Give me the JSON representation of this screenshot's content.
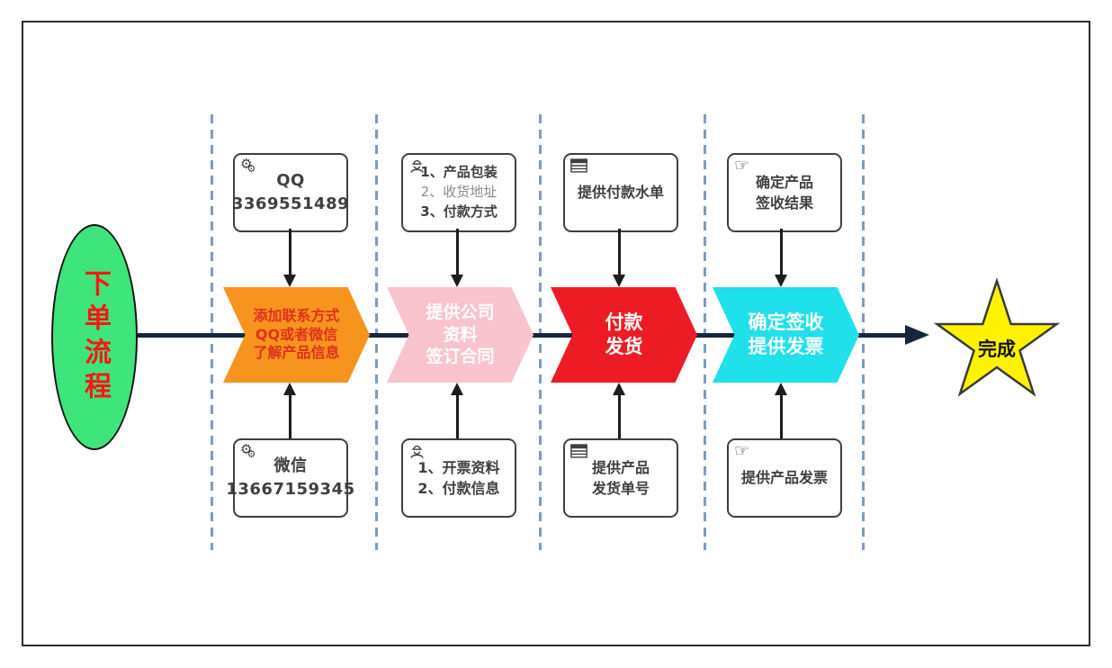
{
  "colors": {
    "oval_fill": "#3EE57A",
    "oval_text": "#FF1414",
    "main_line": "#16273D",
    "divider_dash": "#7C9CBF",
    "box_border": "#3F3F3F",
    "chevron1_fill": "#F7941E",
    "chevron1_text": "#E0301E",
    "chevron2_fill": "#F9C4CD",
    "chevron3_fill": "#ED1C24",
    "chevron4_fill": "#1FE0EB",
    "chevron_text": "#FFFFFF",
    "star_fill": "#FFF200",
    "star_border": "#3A3A3A",
    "star_text": "#111111"
  },
  "oval": {
    "label": "下单流程"
  },
  "star": {
    "label": "完成"
  },
  "stages": [
    {
      "top_box": {
        "icon": "gears-icon",
        "lines": [
          "QQ",
          "3369551489"
        ]
      },
      "chevron": {
        "lines": [
          "添加联系方式",
          "QQ或者微信",
          "了解产品信息"
        ]
      },
      "bottom_box": {
        "icon": "gears-icon",
        "lines": [
          "微信",
          "13667159345"
        ]
      }
    },
    {
      "top_box": {
        "icon": "worker-icon",
        "lines": [
          "1、产品包装",
          "2、收货地址",
          "3、付款方式"
        ]
      },
      "chevron": {
        "lines": [
          "提供公司",
          "资料",
          "签订合同"
        ]
      },
      "bottom_box": {
        "icon": "worker-icon",
        "lines": [
          "1、开票资料",
          "2、付款信息"
        ]
      }
    },
    {
      "top_box": {
        "icon": "table-icon",
        "lines": [
          "提供付款水单"
        ]
      },
      "chevron": {
        "lines": [
          "付款",
          "发货"
        ]
      },
      "bottom_box": {
        "icon": "table-icon",
        "lines": [
          "提供产品",
          "发货单号"
        ]
      }
    },
    {
      "top_box": {
        "icon": "hand-icon",
        "lines": [
          "确定产品",
          "签收结果"
        ]
      },
      "chevron": {
        "lines": [
          "确定签收",
          "提供发票"
        ]
      },
      "bottom_box": {
        "icon": "hand-icon",
        "lines": [
          "提供产品发票"
        ]
      }
    }
  ]
}
